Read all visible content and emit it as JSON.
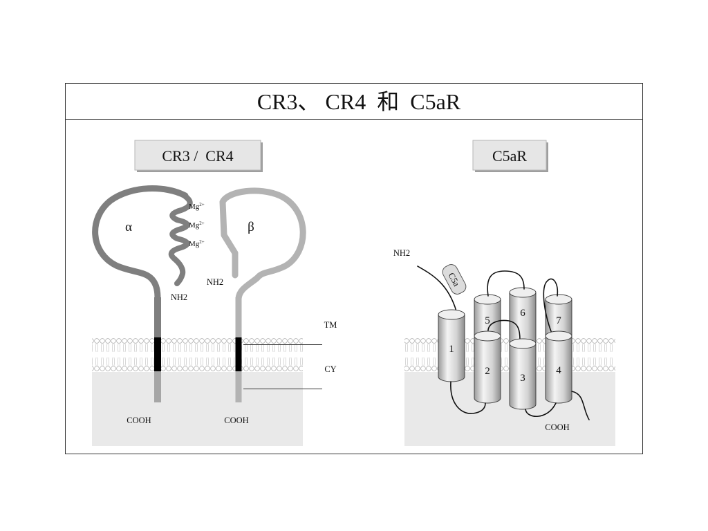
{
  "title": "CR3、 CR4  和  C5aR",
  "panels": {
    "left": {
      "label": "CR3 /  CR4",
      "alpha": "α",
      "beta": "β",
      "mg": [
        {
          "base": "Mg",
          "sup": "2+"
        },
        {
          "base": "Mg",
          "sup": "2+"
        },
        {
          "base": "Mg",
          "sup": "2+"
        }
      ],
      "nh2_alpha": "NH2",
      "nh2_beta": "NH2",
      "tm": "TM",
      "cy": "CY",
      "cooh_alpha": "COOH",
      "cooh_beta": "COOH"
    },
    "right": {
      "label": "C5aR",
      "nh2": "NH2",
      "ligand": "C5a",
      "helices": [
        "1",
        "2",
        "3",
        "4",
        "5",
        "6",
        "7"
      ],
      "cooh": "COOH"
    }
  },
  "colors": {
    "alpha_chain": "#7f7f7f",
    "alpha_chain_lower": "#a6a6a6",
    "beta_chain": "#b3b3b3",
    "transmembrane_segment": "#000000",
    "label_box": "#e6e6e6",
    "membrane_panel": "#e9e9e9"
  }
}
